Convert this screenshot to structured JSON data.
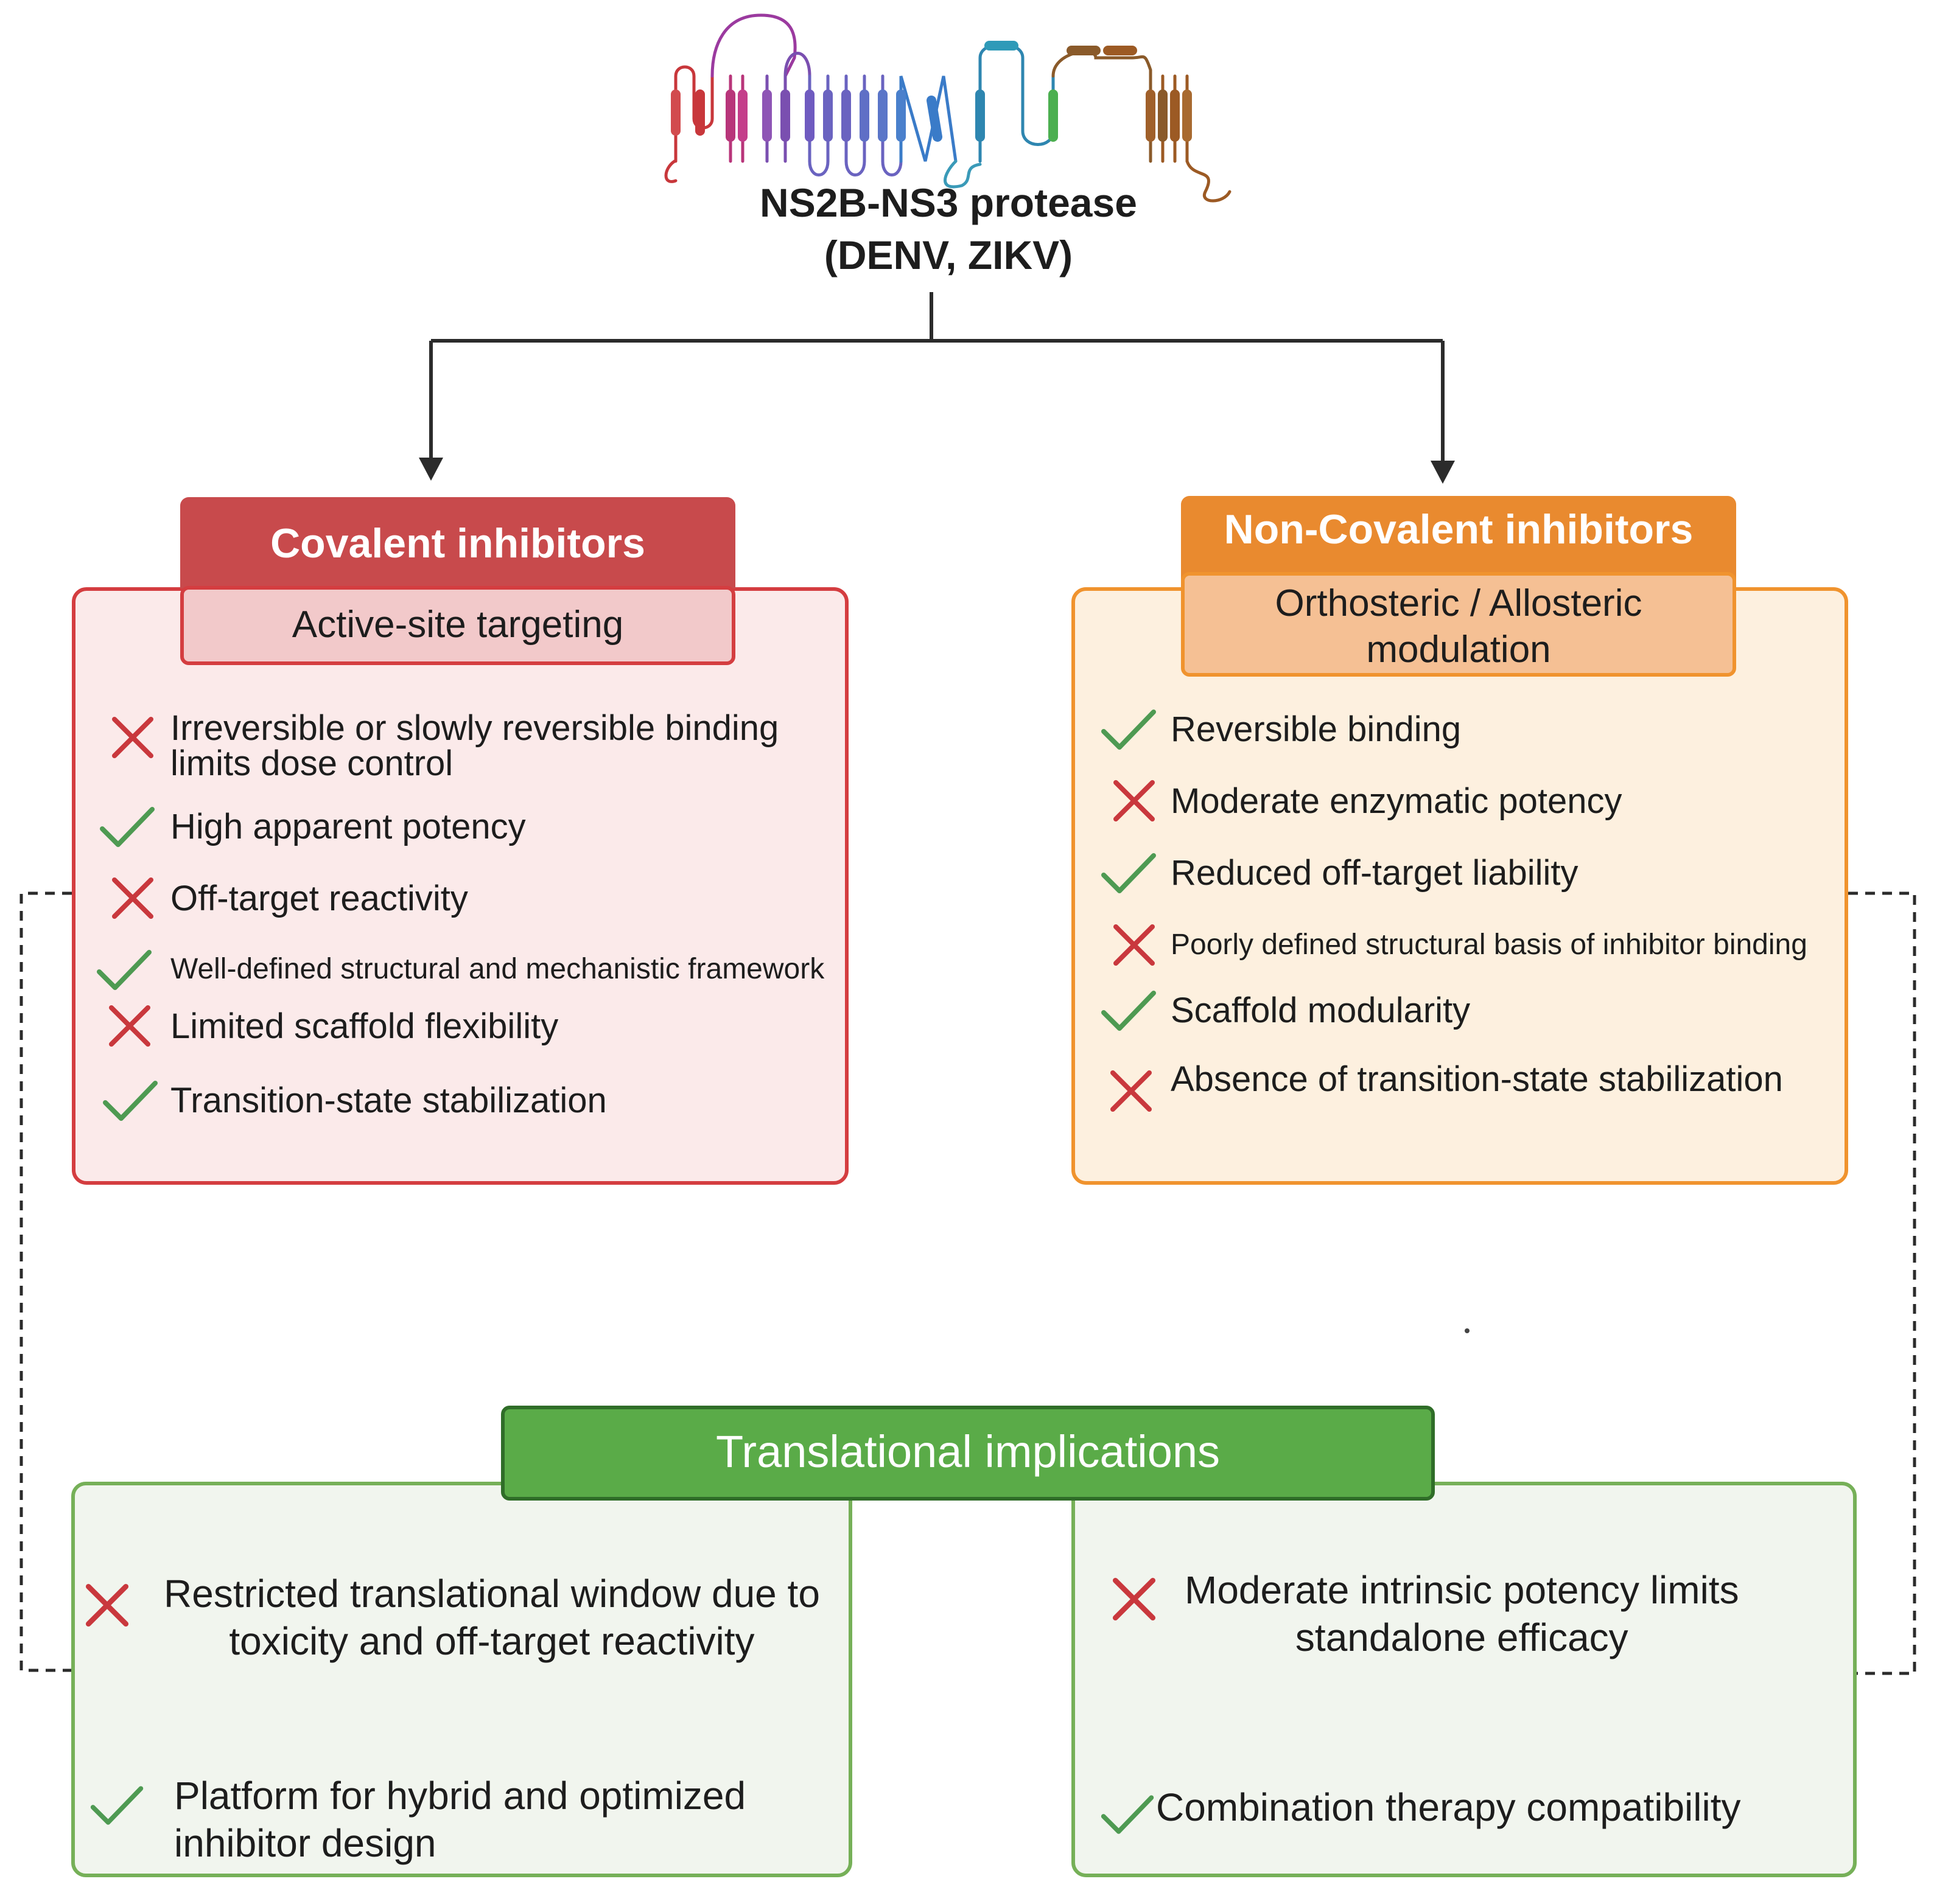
{
  "title": {
    "line1": "NS2B-NS3 protease",
    "line2": "(DENV, ZIKV)"
  },
  "colors": {
    "check": "#4e9a52",
    "cross": "#c9383d",
    "covalent": "#c84a4c",
    "noncovalent": "#e98a2f",
    "translational": "#5aab48"
  },
  "covalent": {
    "title": "Covalent inhibitors",
    "subtitle": "Active-site targeting",
    "items": [
      {
        "icon": "cross-icon",
        "text": "Irreversible or slowly reversible binding limits dose control"
      },
      {
        "icon": "check-icon",
        "text": "High apparent potency"
      },
      {
        "icon": "cross-icon",
        "text": "Off-target reactivity"
      },
      {
        "icon": "check-icon",
        "text": "Well-defined structural and mechanistic framework"
      },
      {
        "icon": "cross-icon",
        "text": "Limited scaffold flexibility"
      },
      {
        "icon": "check-icon",
        "text": "Transition-state stabilization"
      }
    ]
  },
  "noncovalent": {
    "title": "Non-Covalent inhibitors",
    "subtitle_line1": "Orthosteric / Allosteric",
    "subtitle_line2": "modulation",
    "items": [
      {
        "icon": "check-icon",
        "text": "Reversible binding"
      },
      {
        "icon": "cross-icon",
        "text": "Moderate enzymatic potency"
      },
      {
        "icon": "check-icon",
        "text": "Reduced off-target liability"
      },
      {
        "icon": "cross-icon",
        "text": "Poorly defined structural basis of inhibitor binding"
      },
      {
        "icon": "check-icon",
        "text": "Scaffold modularity"
      },
      {
        "icon": "cross-icon",
        "text": "Absence of transition-state stabilization"
      }
    ]
  },
  "translational": {
    "title": "Translational implications",
    "left": [
      {
        "icon": "cross-icon",
        "line1": "Restricted translational window due to",
        "line2": "toxicity and off-target reactivity"
      },
      {
        "icon": "check-icon",
        "line1": "Platform for hybrid and optimized",
        "line2": "inhibitor design"
      }
    ],
    "right": [
      {
        "icon": "cross-icon",
        "line1": "Moderate intrinsic potency limits",
        "line2": "standalone efficacy"
      },
      {
        "icon": "check-icon",
        "line1": "Combination therapy compatibility",
        "line2": ""
      }
    ]
  }
}
